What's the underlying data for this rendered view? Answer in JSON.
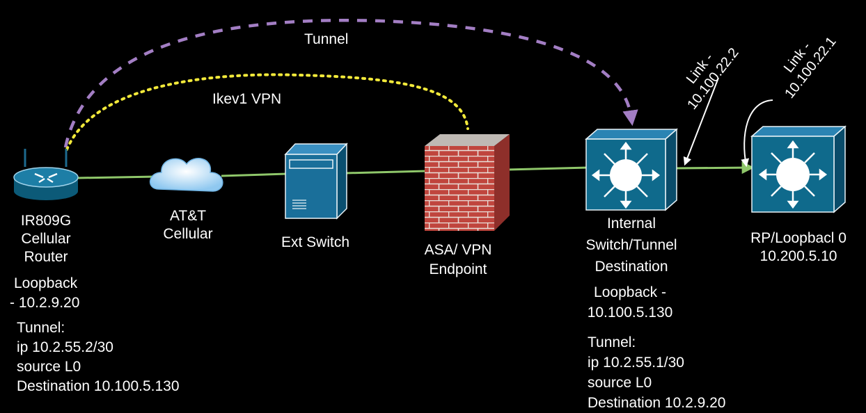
{
  "labels": {
    "tunnel": "Tunnel",
    "ikev1": "Ikev1 VPN",
    "router_name": [
      "IR809G",
      "Cellular",
      "Router"
    ],
    "router_loopback": [
      "Loopback",
      "- 10.2.9.20"
    ],
    "router_tunnel": [
      "Tunnel:",
      "ip 10.2.55.2/30",
      "source L0",
      "Destination 10.100.5.130"
    ],
    "cloud": [
      "AT&T",
      "Cellular"
    ],
    "ext_switch": "Ext Switch",
    "asa": [
      "ASA/ VPN",
      "Endpoint"
    ],
    "internal": [
      "Internal",
      "Switch/Tunnel",
      "Destination"
    ],
    "internal_loopback": [
      "Loopback -",
      "10.100.5.130"
    ],
    "internal_tunnel": [
      "Tunnel:",
      "ip 10.2.55.1/30",
      "source L0",
      "Destination 10.2.9.20"
    ],
    "link1": [
      "Link -",
      "10.100.22.2"
    ],
    "link2": [
      "Link -",
      "10.100.22.1"
    ],
    "rp": [
      "RP/Loopbacl 0",
      "10.200.5.10"
    ]
  },
  "colors": {
    "link_line": "#8fc76a",
    "tunnel_arc": "#a37ec4",
    "vpn_arc": "#f2e93a",
    "device_blue": "#0f6a8c",
    "brick": "#c0453d"
  }
}
